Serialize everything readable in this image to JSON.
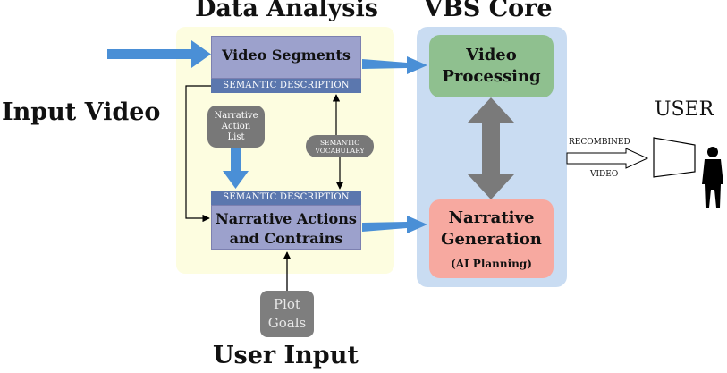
{
  "titles": {
    "data_analysis": "Data Analysis",
    "vbs_core": "VBS Core",
    "input_video": "Input Video",
    "user_input": "User Input",
    "user": "USER"
  },
  "data_analysis": {
    "video_segments": "Video Segments",
    "semantic_description_top": "SEMANTIC DESCRIPTION",
    "semantic_description_bottom": "SEMANTIC DESCRIPTION",
    "narrative_actions_line1": "Narrative Actions",
    "narrative_actions_line2": "and Contrains",
    "narrative_action_list": [
      "Narrative",
      "Action",
      "List"
    ],
    "semantic_vocabulary": [
      "SEMANTIC",
      "VOCABULARY"
    ]
  },
  "vbs_core": {
    "video_processing": [
      "Video",
      "Processing"
    ],
    "narrative_generation": [
      "Narrative",
      "Generation"
    ],
    "ai_planning": "(AI Planning)"
  },
  "user_input": {
    "plot_goals": [
      "Plot",
      "Goals"
    ]
  },
  "output": {
    "recombined": "RECOMBINED",
    "video": "VIDEO"
  },
  "colors": {
    "arrow_blue": "#4a8fd6",
    "panel_yellow": "#fdfde0",
    "panel_blue": "#c9dcf2",
    "box_purple": "#9ca1cc",
    "bar_blue": "#5b77ae",
    "green": "#8fc08f",
    "salmon": "#f7a9a0",
    "gray": "#787878"
  }
}
